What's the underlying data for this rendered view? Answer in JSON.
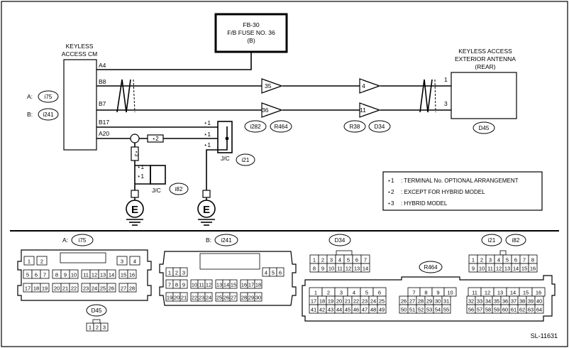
{
  "fuse": {
    "line1": "FB-30",
    "line2": "F/B FUSE NO. 36",
    "line3": "(B)"
  },
  "cm": {
    "line1": "KEYLESS",
    "line2": "ACCESS CM",
    "conn_a_prefix": "A:",
    "conn_a": "i75",
    "conn_b_prefix": "B:",
    "conn_b": "i241",
    "terminals": [
      "A4",
      "B8",
      "B7",
      "B17",
      "A20"
    ]
  },
  "antenna": {
    "line1": "KEYLESS ACCESS",
    "line2": "EXTERIOR ANTENNA",
    "line3": "(REAR)",
    "pin1": "1",
    "pin3": "3",
    "conn": "D45"
  },
  "joints": {
    "j1": {
      "pin_upper": "35",
      "pin_lower": "36",
      "conn1": "i282",
      "conn2": "R464"
    },
    "j2": {
      "pin_upper": "4",
      "pin_lower": "11",
      "conn1": "R38",
      "conn2": "D34"
    }
  },
  "marks": {
    "s1": "⋆1",
    "s2": "⋆2",
    "s3": "⋆3"
  },
  "jc_right": {
    "label": "J/C",
    "conn": "i21"
  },
  "jc_left": {
    "label": "J/C",
    "conn": "i82"
  },
  "ground_symbol": "E",
  "legend": [
    {
      "mark": "⋆1",
      "text": ": TERMINAL No. OPTIONAL ARRANGEMENT"
    },
    {
      "mark": "⋆2",
      "text": ": EXCEPT FOR HYBRID MODEL"
    },
    {
      "mark": "⋆3",
      "text": ": HYBRID MODEL"
    }
  ],
  "connectors": {
    "a_prefix": "A:",
    "a_name": "i75",
    "a_rows": [
      [
        "1",
        "2",
        "",
        "3",
        "4"
      ],
      [
        "5",
        "6",
        "7",
        "8",
        "9",
        "10",
        "11",
        "12",
        "13",
        "14",
        "15",
        "16"
      ],
      [
        "17",
        "18",
        "19",
        "20",
        "21",
        "22",
        "23",
        "24",
        "25",
        "26",
        "27",
        "28"
      ]
    ],
    "d45_name": "D45",
    "d45_pins": [
      "1",
      "2",
      "3"
    ],
    "b_prefix": "B:",
    "b_name": "i241",
    "b_rows": [
      [
        "1",
        "2",
        "3",
        "4",
        "5",
        "6"
      ],
      [
        "7",
        "8",
        "9",
        "10",
        "11",
        "12",
        "13",
        "14",
        "15",
        "16",
        "17",
        "18"
      ],
      [
        "19",
        "20",
        "21",
        "22",
        "23",
        "24",
        "25",
        "26",
        "27",
        "28",
        "29",
        "30"
      ]
    ],
    "d34_name": "D34",
    "d34_rows": [
      [
        "1",
        "2",
        "3",
        "4",
        "5",
        "6",
        "7"
      ],
      [
        "8",
        "9",
        "10",
        "11",
        "12",
        "13",
        "14"
      ]
    ],
    "r464_name": "R464",
    "r464_rows": [
      [
        "1",
        "2",
        "3",
        "4",
        "5",
        "6"
      ],
      [
        "17",
        "18",
        "19",
        "20",
        "21",
        "22",
        "23",
        "24",
        "25"
      ],
      [
        "41",
        "42",
        "43",
        "44",
        "45",
        "46",
        "47",
        "48",
        "49"
      ]
    ],
    "r464_mid": [
      [
        "7",
        "8",
        "9",
        "10"
      ],
      [
        "26",
        "27",
        "28",
        "29",
        "30",
        "31"
      ],
      [
        "50",
        "51",
        "52",
        "53",
        "54",
        "55"
      ]
    ],
    "r464_right": [
      [
        "11",
        "12",
        "13",
        "14",
        "15",
        "16"
      ],
      [
        "32",
        "33",
        "34",
        "35",
        "36",
        "37",
        "38",
        "39",
        "40"
      ],
      [
        "56",
        "57",
        "58",
        "59",
        "60",
        "61",
        "62",
        "63",
        "64"
      ]
    ],
    "i21_name": "i21",
    "i82_name": "i82",
    "jc_rows": [
      [
        "1",
        "2",
        "3",
        "4",
        "5",
        "6",
        "7",
        "8"
      ],
      [
        "9",
        "10",
        "11",
        "12",
        "13",
        "14",
        "15",
        "16"
      ]
    ]
  },
  "figure_id": "SL-11631"
}
